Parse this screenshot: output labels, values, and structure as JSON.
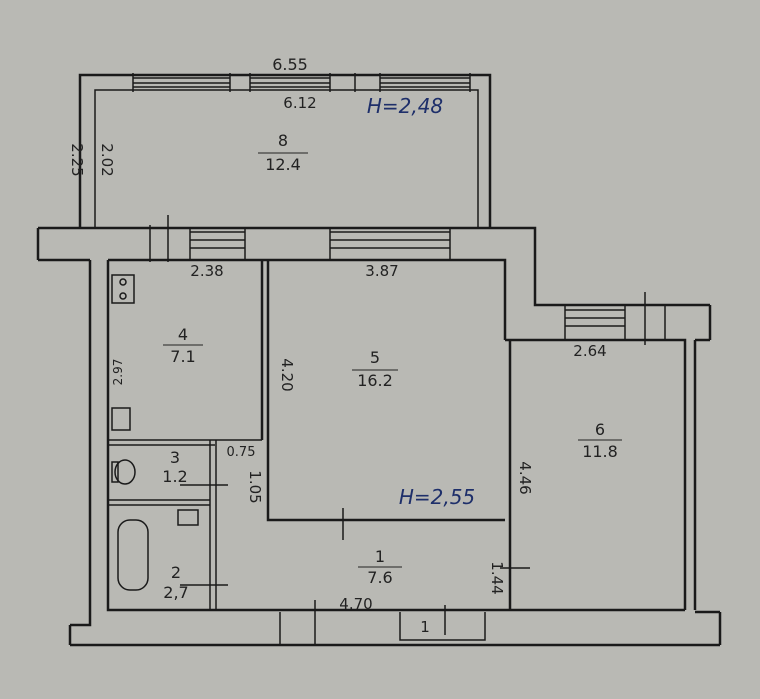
{
  "title": "Apartment floor plan",
  "balcony": {
    "outer_width": "6.55",
    "inner_width": "6.12",
    "ceiling_height": "H=2,48",
    "outer_depth": "2.25",
    "inner_depth": "2.02"
  },
  "rooms": [
    {
      "number": "8",
      "area": "12.4"
    },
    {
      "number": "4",
      "area": "7.1"
    },
    {
      "number": "5",
      "area": "16.2"
    },
    {
      "number": "6",
      "area": "11.8"
    },
    {
      "number": "3",
      "area": "1.2"
    },
    {
      "number": "2",
      "area": "2,7"
    },
    {
      "number": "1",
      "area": "7.6"
    }
  ],
  "dimensions": {
    "room4_width": "2.38",
    "room5_width": "3.87",
    "room4_depth": "2.97",
    "room5_depth": "4.20",
    "room6_width": "2.64",
    "room6_depth": "4.46",
    "toilet_width": "0.75",
    "hall_depth": "1.05",
    "hall_side": "1.44",
    "hall_width": "4.70"
  },
  "ceiling_height": "H=2,55",
  "entrance_mark": "1"
}
